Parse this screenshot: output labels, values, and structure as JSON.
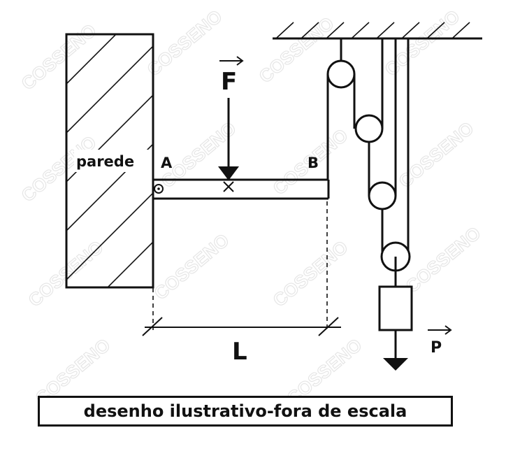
{
  "labels": {
    "wall": "parede",
    "point_a": "A",
    "point_b": "B",
    "force": "F",
    "length": "L",
    "weight": "P"
  },
  "caption": "desenho ilustrativo-fora de escala",
  "watermark": "COSSENO",
  "colors": {
    "ink": "#111111",
    "watermark": "#e6e6e6",
    "background": "#ffffff"
  }
}
